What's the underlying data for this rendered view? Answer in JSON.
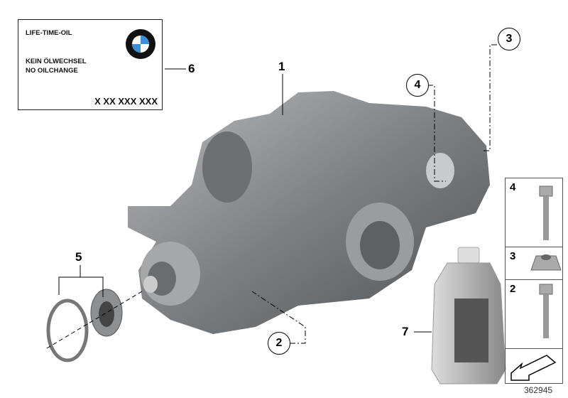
{
  "label": {
    "line1": "LIFE-TIME-OIL",
    "line2": "KEIN ÖLWECHSEL",
    "line3": "NO OILCHANGE",
    "part_number": "X XX XXX XXX",
    "logo_text": "BMW"
  },
  "callouts": {
    "c1": "1",
    "c2": "2",
    "c3": "3",
    "c4": "4",
    "c5": "5",
    "c6": "6",
    "c7": "7"
  },
  "panel": {
    "items": [
      {
        "num": "4",
        "part": "bolt"
      },
      {
        "num": "3",
        "part": "nut"
      },
      {
        "num": "2",
        "part": "bolt"
      }
    ]
  },
  "image_number": "362945",
  "colors": {
    "part_grey": "#8a8c8e",
    "line": "#000000"
  }
}
